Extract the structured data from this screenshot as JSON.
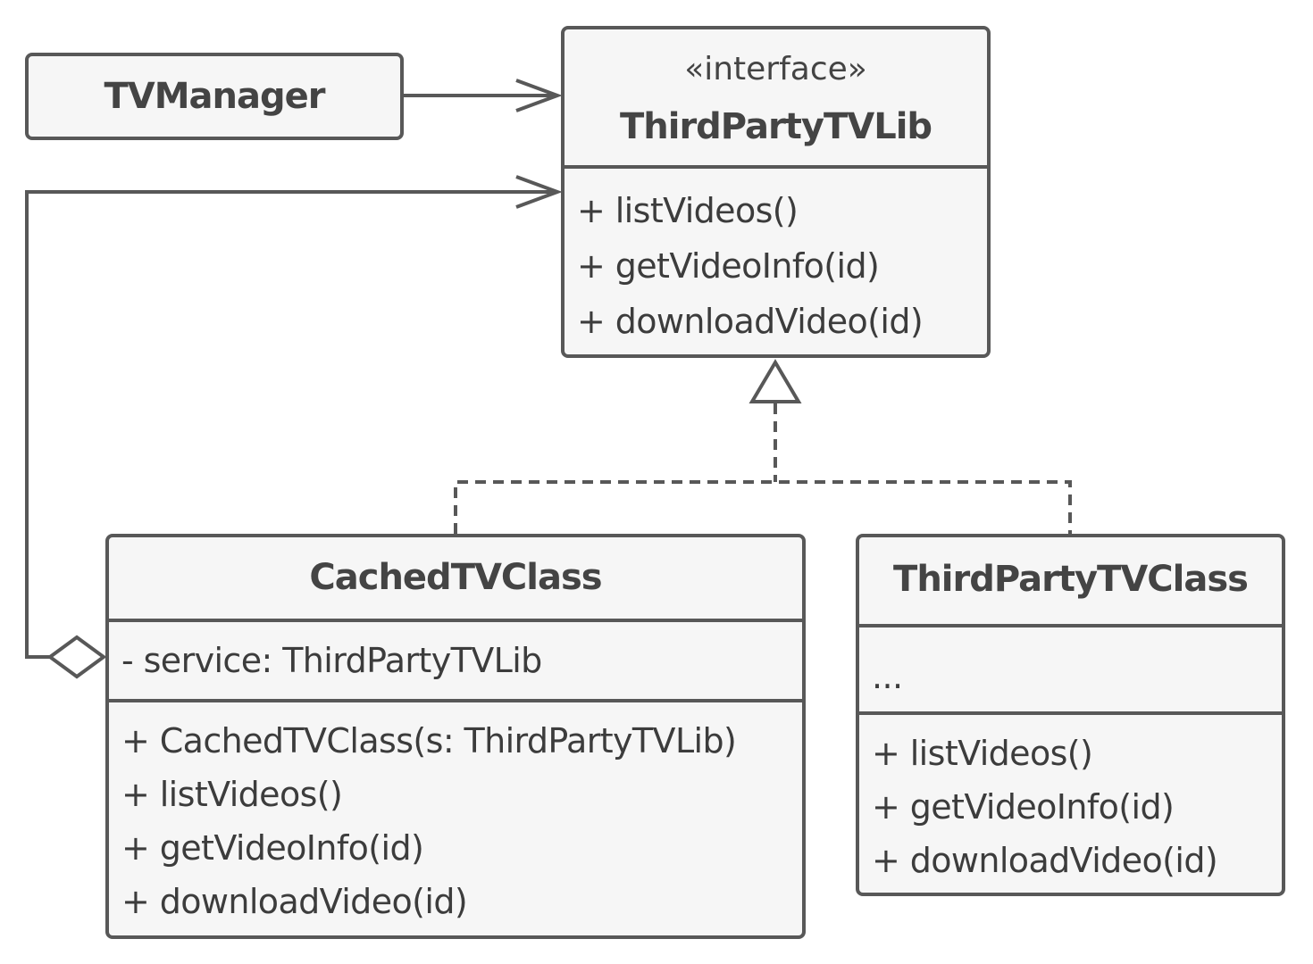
{
  "colors": {
    "stroke": "#585858",
    "fill": "#f6f6f6",
    "text": "#3c3c3c",
    "background": "#ffffff"
  },
  "tv_manager": {
    "name": "TVManager"
  },
  "third_party_tv_lib": {
    "stereotype": "«interface»",
    "name": "ThirdPartyTVLib",
    "methods": [
      "+ listVideos()",
      "+ getVideoInfo(id)",
      "+ downloadVideo(id)"
    ]
  },
  "cached_tv_class": {
    "name": "CachedTVClass",
    "fields": [
      "- service: ThirdPartyTVLib"
    ],
    "methods": [
      "+ CachedTVClass(s: ThirdPartyTVLib)",
      "+ listVideos()",
      "+ getVideoInfo(id)",
      "+ downloadVideo(id)"
    ]
  },
  "third_party_tv_class": {
    "name": "ThirdPartyTVClass",
    "fields": [
      "..."
    ],
    "methods": [
      "+ listVideos()",
      "+ getVideoInfo(id)",
      "+ downloadVideo(id)"
    ]
  }
}
